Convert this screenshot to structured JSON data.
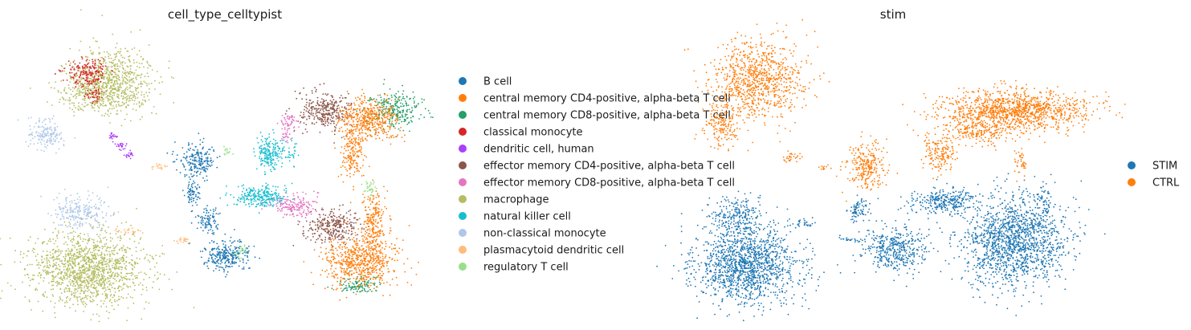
{
  "chart_data": [
    {
      "type": "scatter",
      "title": "cell_type_celltypist",
      "legend_position": "right",
      "grid": false,
      "axes_visible": false,
      "categories": [
        {
          "name": "B cell",
          "color": "#1f77b4"
        },
        {
          "name": "central memory CD4-positive, alpha-beta T cell",
          "color": "#ff7f0e"
        },
        {
          "name": "central memory CD8-positive, alpha-beta T cell",
          "color": "#279e68"
        },
        {
          "name": "classical monocyte",
          "color": "#d62728"
        },
        {
          "name": "dendritic cell, human",
          "color": "#aa40fc"
        },
        {
          "name": "effector memory CD4-positive, alpha-beta T cell",
          "color": "#8c564b"
        },
        {
          "name": "effector memory CD8-positive, alpha-beta T cell",
          "color": "#e377c2"
        },
        {
          "name": "macrophage",
          "color": "#b5bd61"
        },
        {
          "name": "natural killer cell",
          "color": "#17becf"
        },
        {
          "name": "non-classical monocyte",
          "color": "#aec7e8"
        },
        {
          "name": "plasmacytoid dendritic cell",
          "color": "#ffbb78"
        },
        {
          "name": "regulatory T cell",
          "color": "#98df8a"
        }
      ]
    },
    {
      "type": "scatter",
      "title": "stim",
      "legend_position": "right",
      "grid": false,
      "axes_visible": false,
      "categories": [
        {
          "name": "STIM",
          "color": "#1f77b4"
        },
        {
          "name": "CTRL",
          "color": "#ff7f0e"
        }
      ]
    }
  ]
}
